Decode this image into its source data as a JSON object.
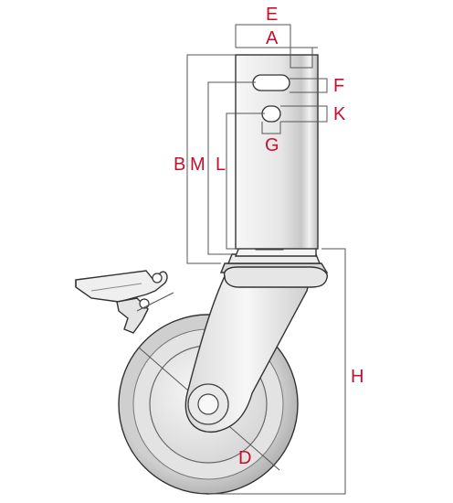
{
  "labels": {
    "E": "E",
    "A": "A",
    "F": "F",
    "K": "K",
    "G": "G",
    "B": "B",
    "M": "M",
    "L": "L",
    "H": "H",
    "D": "D"
  },
  "colors": {
    "label": "#c8102e",
    "outline": "#333333",
    "plate_light": "#f4f4f4",
    "plate_dark": "#cfcfcf",
    "tire": "#bdbdbd",
    "rim": "#e8e8e8"
  }
}
